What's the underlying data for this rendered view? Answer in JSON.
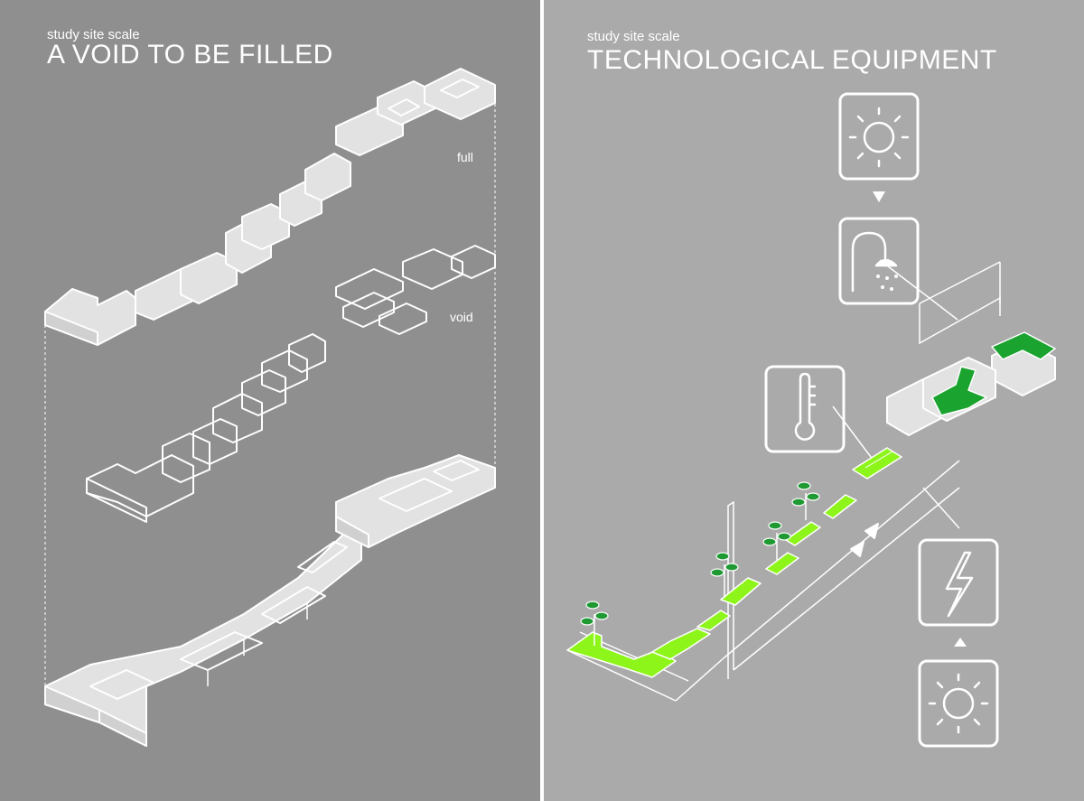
{
  "left": {
    "subtitle": "study site scale",
    "title": "A VOID TO BE FILLED",
    "label_full": "full",
    "label_void": "void"
  },
  "right": {
    "subtitle": "study site scale",
    "title": "TECHNOLOGICAL EQUIPMENT",
    "icons": [
      "sun-icon",
      "shower-icon",
      "thermometer-icon",
      "lightning-icon",
      "sun-icon"
    ]
  },
  "colors": {
    "left_background": "#8f8f8f",
    "right_background": "#aaaaaa",
    "lime": "#8ef51a",
    "green": "#1aa32e",
    "line": "#ffffff"
  }
}
